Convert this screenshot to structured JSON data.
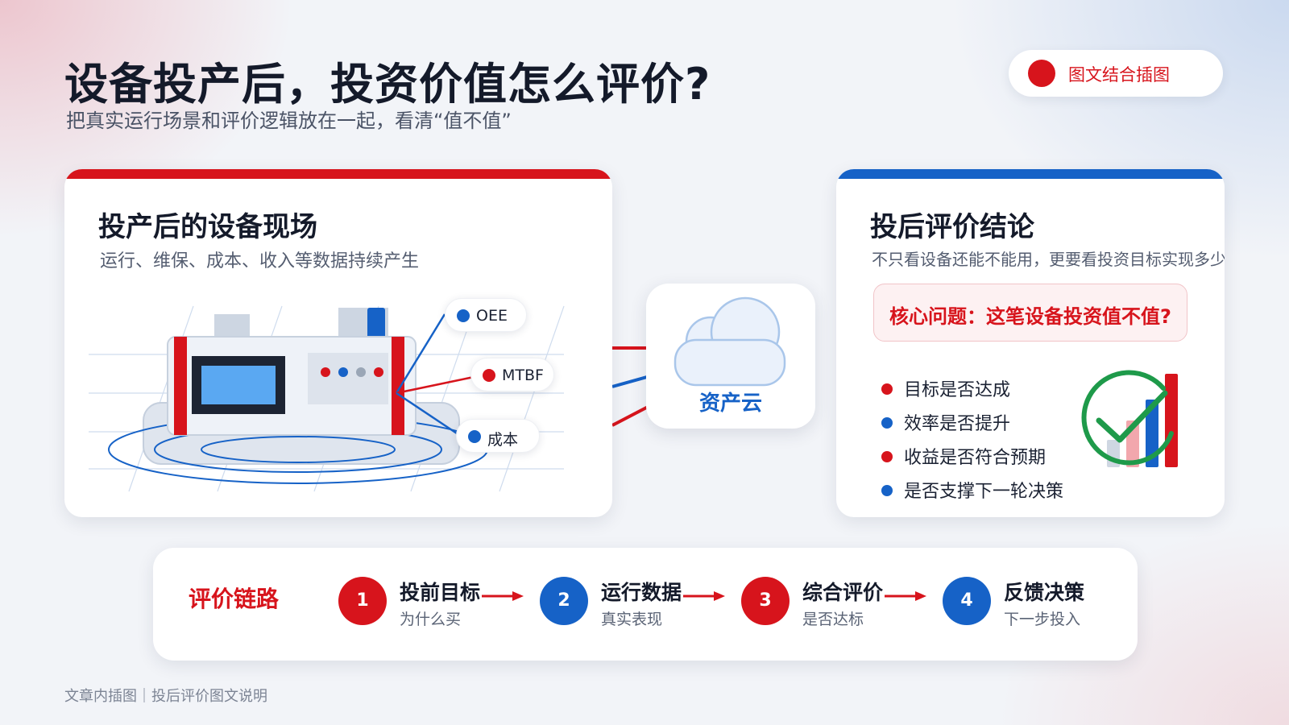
{
  "page": {
    "title": "设备投产后，投资价值怎么评价?",
    "subtitle": "把真实运行场景和评价逻辑放在一起，看清“值不值”",
    "badge": "图文结合插图",
    "footer": "文章内插图｜投后评价图文说明"
  },
  "colors": {
    "red": "#d7141c",
    "blue": "#1662c7",
    "dark": "#1d2433",
    "screen": "#5aa8f2"
  },
  "left_card": {
    "title": "投产后的设备现场",
    "subtitle": "运行、维保、成本、收入等数据持续产生",
    "metrics": [
      {
        "label": "OEE",
        "color": "blue"
      },
      {
        "label": "MTBF",
        "color": "red"
      },
      {
        "label": "成本",
        "color": "blue"
      }
    ]
  },
  "hub": {
    "label": "资产云",
    "icon": "cloud-icon"
  },
  "right_card": {
    "title": "投后评价结论",
    "subtitle": "不只看设备还能不能用，更要看投资目标实现多少",
    "core_question": "核心问题：这笔设备投资值不值?",
    "checks": [
      {
        "label": "目标是否达成",
        "color": "red"
      },
      {
        "label": "效率是否提升",
        "color": "blue"
      },
      {
        "label": "收益是否符合预期",
        "color": "red"
      },
      {
        "label": "是否支撑下一轮决策",
        "color": "blue"
      }
    ]
  },
  "chain": {
    "title": "评价链路",
    "steps": [
      {
        "num": "1",
        "title": "投前目标",
        "sub": "为什么买",
        "color": "red"
      },
      {
        "num": "2",
        "title": "运行数据",
        "sub": "真实表现",
        "color": "blue"
      },
      {
        "num": "3",
        "title": "综合评价",
        "sub": "是否达标",
        "color": "red"
      },
      {
        "num": "4",
        "title": "反馈决策",
        "sub": "下一步投入",
        "color": "blue"
      }
    ]
  }
}
